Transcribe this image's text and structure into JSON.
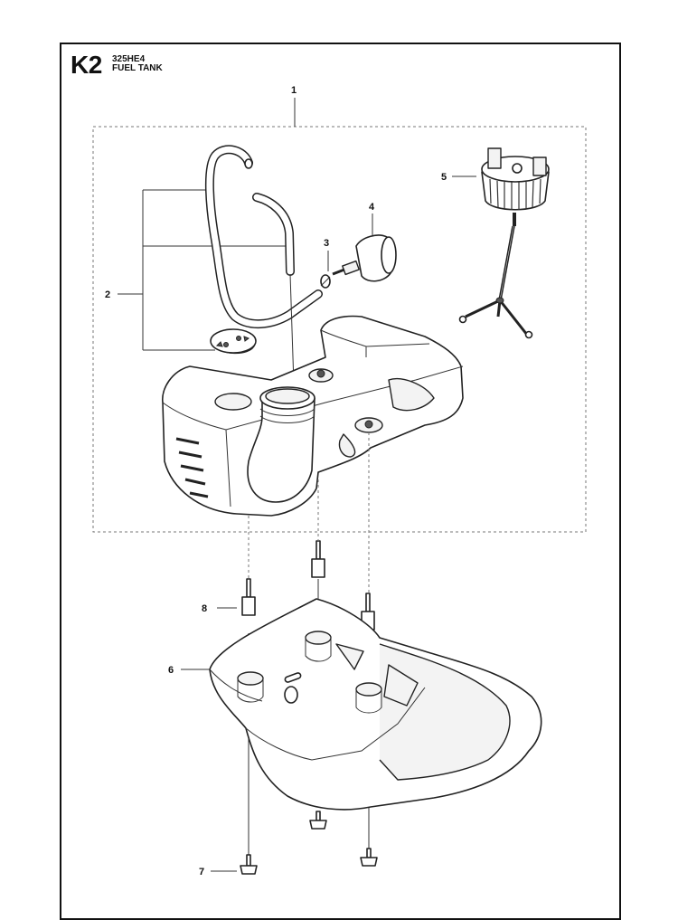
{
  "header": {
    "code": "K2",
    "model": "325HE4",
    "title": "FUEL TANK"
  },
  "callouts": [
    "1",
    "2",
    "3",
    "4",
    "5",
    "6",
    "7",
    "8"
  ],
  "parts": {
    "p1": "fuel-tank-assembly",
    "p2": "fuel-hose-set",
    "p3": "hose-clamp",
    "p4": "fuel-filter",
    "p5": "fuel-cap-with-vent-assembly",
    "p6": "tank-mount-handle-frame",
    "p7": "screw",
    "p8": "spacer-stud"
  }
}
